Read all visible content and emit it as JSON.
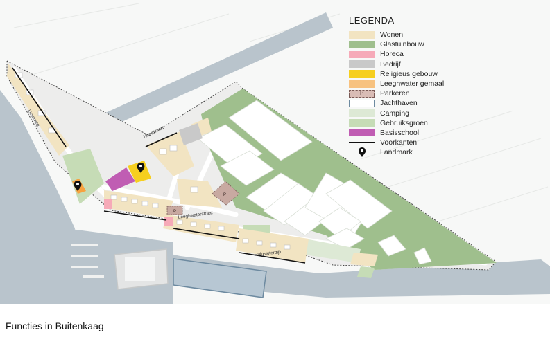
{
  "legend": {
    "title": "LEGENDA",
    "items": [
      {
        "label": "Wonen",
        "color": "#f2e4c2",
        "kind": "fill"
      },
      {
        "label": "Glastuinbouw",
        "color": "#9fbf8d",
        "kind": "fill"
      },
      {
        "label": "Horeca",
        "color": "#f6aab8",
        "kind": "fill"
      },
      {
        "label": "Bedrijf",
        "color": "#c9c9c9",
        "kind": "fill"
      },
      {
        "label": "Religieus gebouw",
        "color": "#f6cf1f",
        "kind": "fill"
      },
      {
        "label": "Leeghwater gemaal",
        "color": "#f7c27f",
        "kind": "fill"
      },
      {
        "label": "Parkeren",
        "color": "#d9bcb5",
        "kind": "parking"
      },
      {
        "label": "Jachthaven",
        "color": "#6d8aa0",
        "kind": "outline"
      },
      {
        "label": "Camping",
        "color": "#dde9d5",
        "kind": "fill"
      },
      {
        "label": "Gebruiksgroen",
        "color": "#c6dcb6",
        "kind": "fill"
      },
      {
        "label": "Basisschool",
        "color": "#c05db3",
        "kind": "fill"
      },
      {
        "label": "Voorkanten",
        "color": "#111111",
        "kind": "line"
      },
      {
        "label": "Landmark",
        "color": "#111111",
        "kind": "marker"
      }
    ]
  },
  "map": {
    "streets": {
      "hoofdvaart": "Hoofdvaart",
      "leeghwaterstraat": "Leeghwaterstraat",
      "huigsloterdijk": "Huigsloterdijk",
      "lisserweg": "Lisserweg"
    },
    "parking_letter": "P",
    "colors": {
      "water": "#b9c4cc",
      "road": "#eceded",
      "wonen": "#f2e4c2",
      "glastuinbouw": "#9fbf8d",
      "gebruiksgroen": "#c6dcb6",
      "basisschool": "#c05db3",
      "religieus": "#f6cf1f",
      "gemaal": "#f7a23f",
      "horeca": "#f6aab8",
      "bedrijf": "#c9c9c9",
      "parkeren": "#c8a9a1",
      "jachthaven": "#b7c7d3",
      "jachthaven_edge": "#6d8aa0"
    }
  },
  "caption": "Functies in Buitenkaag"
}
